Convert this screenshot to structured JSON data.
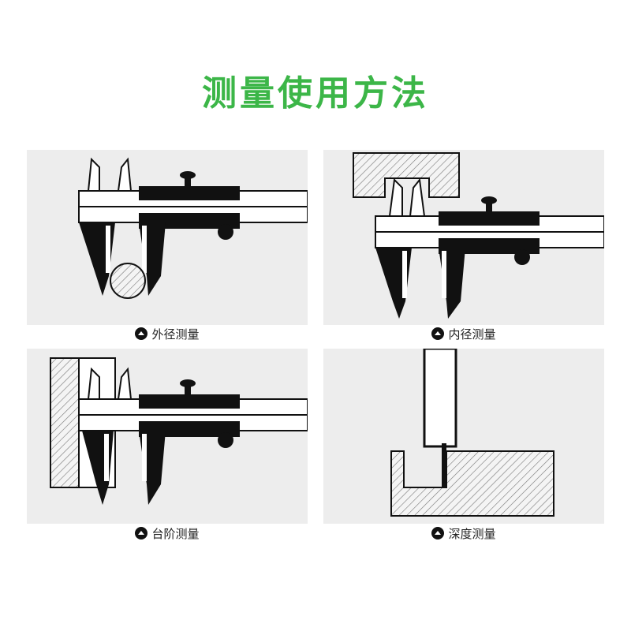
{
  "title": "测量使用方法",
  "panels": [
    {
      "caption": "外径测量",
      "icon": "caret-up-icon"
    },
    {
      "caption": "内径测量",
      "icon": "caret-up-icon"
    },
    {
      "caption": "台阶测量",
      "icon": "caret-up-icon"
    },
    {
      "caption": "深度测量",
      "icon": "caret-up-icon"
    }
  ],
  "colors": {
    "title": "#3cb648",
    "panel_bg": "#ededed",
    "ink": "#111111"
  }
}
